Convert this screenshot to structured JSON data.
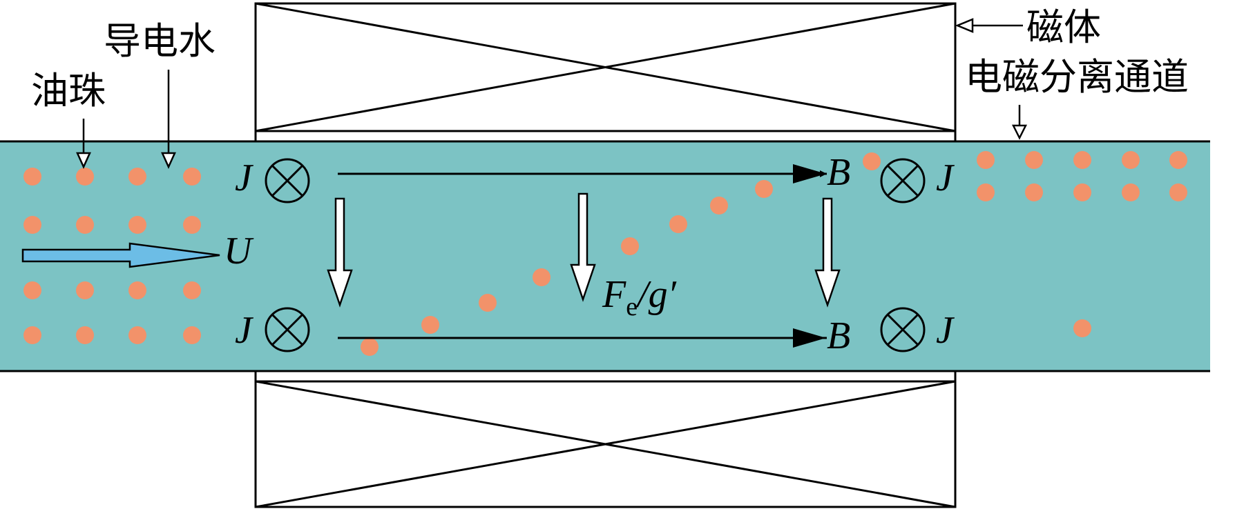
{
  "labels": {
    "oil_drop": "油珠",
    "conductive_water": "导电水",
    "magnet": "磁体",
    "separation_channel": "电磁分离通道"
  },
  "symbols": {
    "current_density": "J",
    "magnetic_field": "B",
    "flow_velocity": "U",
    "force_main": "F",
    "force_subscript": "e",
    "force_suffix": "/g′"
  },
  "colors": {
    "channel_fill": "#7cc3c4",
    "oil_drop": "#f2926a",
    "flow_arrow": "#6cbde6",
    "line": "#000000"
  },
  "icons": {
    "current_into_page": "circled-x-icon",
    "force_arrow": "hollow-down-arrow-icon",
    "field_arrow": "solid-right-arrow-icon"
  }
}
